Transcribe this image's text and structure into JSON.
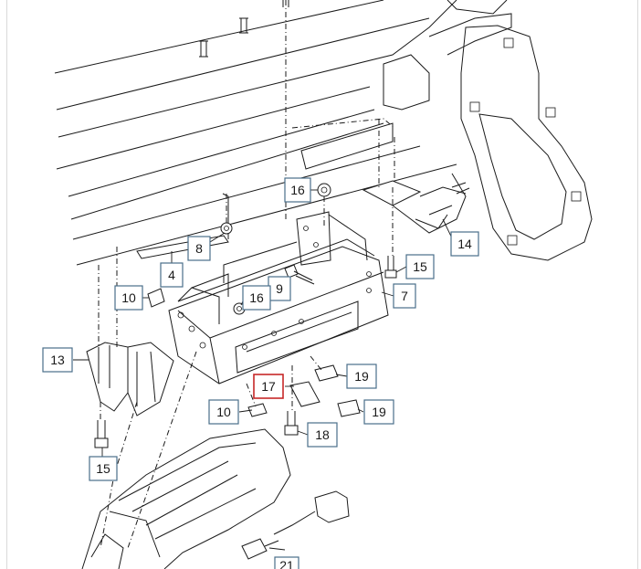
{
  "diagram": {
    "callouts": [
      {
        "id": "c16a",
        "label": "16",
        "selected": false
      },
      {
        "id": "c8",
        "label": "8",
        "selected": false
      },
      {
        "id": "c4",
        "label": "4",
        "selected": false
      },
      {
        "id": "c14",
        "label": "14",
        "selected": false
      },
      {
        "id": "c15a",
        "label": "15",
        "selected": false
      },
      {
        "id": "c10a",
        "label": "10",
        "selected": false
      },
      {
        "id": "c9",
        "label": "9",
        "selected": false
      },
      {
        "id": "c16b",
        "label": "16",
        "selected": false
      },
      {
        "id": "c7",
        "label": "7",
        "selected": false
      },
      {
        "id": "c13",
        "label": "13",
        "selected": false
      },
      {
        "id": "c19a",
        "label": "19",
        "selected": false
      },
      {
        "id": "c17",
        "label": "17",
        "selected": true
      },
      {
        "id": "c10b",
        "label": "10",
        "selected": false
      },
      {
        "id": "c19b",
        "label": "19",
        "selected": false
      },
      {
        "id": "c18",
        "label": "18",
        "selected": false
      },
      {
        "id": "c15b",
        "label": "15",
        "selected": false
      },
      {
        "id": "c21",
        "label": "21",
        "selected": false
      }
    ]
  }
}
